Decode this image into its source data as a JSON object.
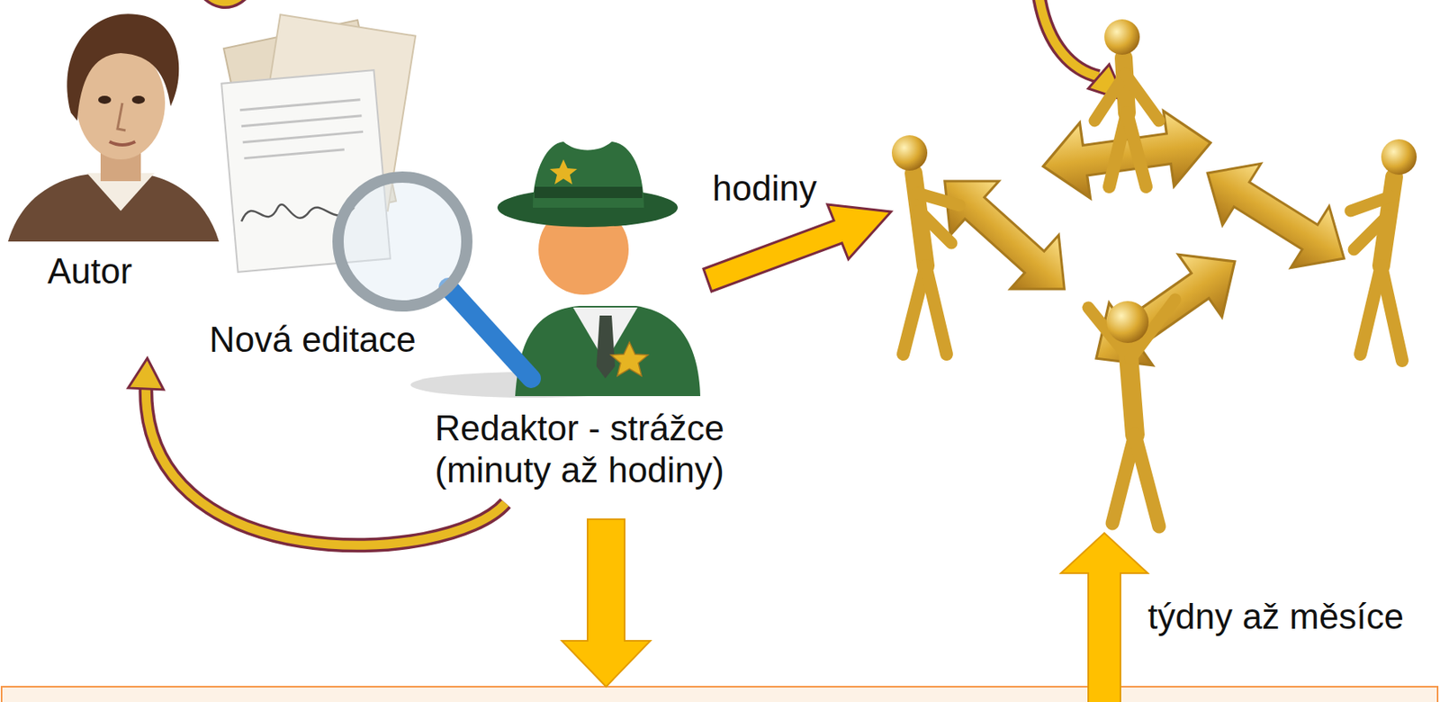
{
  "diagram": {
    "nodes": [
      {
        "text": [
          "Autor"
        ]
      },
      {
        "text": [
          "Redaktor - strážce (minuty až hodiny)"
        ]
      }
    ],
    "edges": [
      {
        "from": 1,
        "to": 0,
        "arrow": "to"
      }
    ],
    "labels": [
      "Nová editace",
      "hodiny",
      "týdny až měsíce"
    ]
  }
}
